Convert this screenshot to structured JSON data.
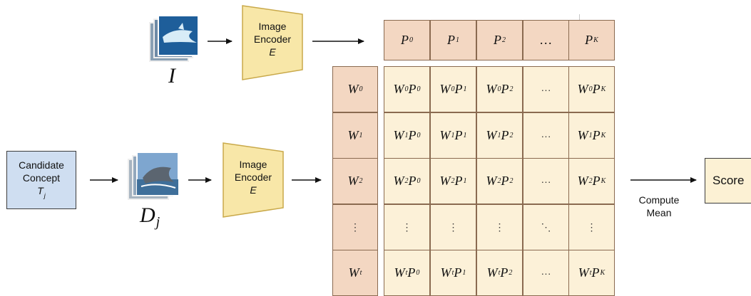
{
  "candidate_box": {
    "line1": "Candidate",
    "line2": "Concept",
    "symbol": "T",
    "sub": "j"
  },
  "encoder_top": {
    "line1": "Image",
    "line2": "Encoder",
    "symbol": "E"
  },
  "encoder_bottom": {
    "line1": "Image",
    "line2": "Encoder",
    "symbol": "E"
  },
  "image_label": "I",
  "dataset_label": {
    "symbol": "D",
    "sub": "j"
  },
  "compute_label": {
    "line1": "Compute",
    "line2": "Mean"
  },
  "score_label": "Score",
  "p_header": [
    {
      "sym": "P",
      "sub": "0"
    },
    {
      "sym": "P",
      "sub": "1"
    },
    {
      "sym": "P",
      "sub": "2"
    },
    {
      "sym": "…",
      "sub": ""
    },
    {
      "sym": "P",
      "sub": "K"
    }
  ],
  "w_header": [
    {
      "sym": "W",
      "sub": "0"
    },
    {
      "sym": "W",
      "sub": "1"
    },
    {
      "sym": "W",
      "sub": "2"
    },
    {
      "sym": "⋮",
      "sub": ""
    },
    {
      "sym": "W",
      "sub": "t"
    }
  ],
  "grid": [
    [
      {
        "w": "0",
        "p": "0"
      },
      {
        "w": "0",
        "p": "1"
      },
      {
        "w": "0",
        "p": "2"
      },
      {
        "text": "···"
      },
      {
        "w": "0",
        "p": "K"
      }
    ],
    [
      {
        "w": "1",
        "p": "0"
      },
      {
        "w": "1",
        "p": "1"
      },
      {
        "w": "1",
        "p": "2"
      },
      {
        "text": "···"
      },
      {
        "w": "1",
        "p": "K"
      }
    ],
    [
      {
        "w": "2",
        "p": "0"
      },
      {
        "w": "2",
        "p": "1"
      },
      {
        "w": "2",
        "p": "2"
      },
      {
        "text": "···"
      },
      {
        "w": "2",
        "p": "K"
      }
    ],
    [
      {
        "text": "⋮"
      },
      {
        "text": "⋮"
      },
      {
        "text": "⋮"
      },
      {
        "text": "⋱"
      },
      {
        "text": "⋮"
      }
    ],
    [
      {
        "w": "t",
        "p": "0"
      },
      {
        "w": "t",
        "p": "1"
      },
      {
        "w": "t",
        "p": "2"
      },
      {
        "text": "···"
      },
      {
        "w": "t",
        "p": "K"
      }
    ]
  ],
  "colors": {
    "header": "#f3d7c2",
    "body": "#fcf1d8",
    "blue_box": "#cfdef1",
    "encoder": "#f8e7a8",
    "score": "#fcf1d4"
  }
}
